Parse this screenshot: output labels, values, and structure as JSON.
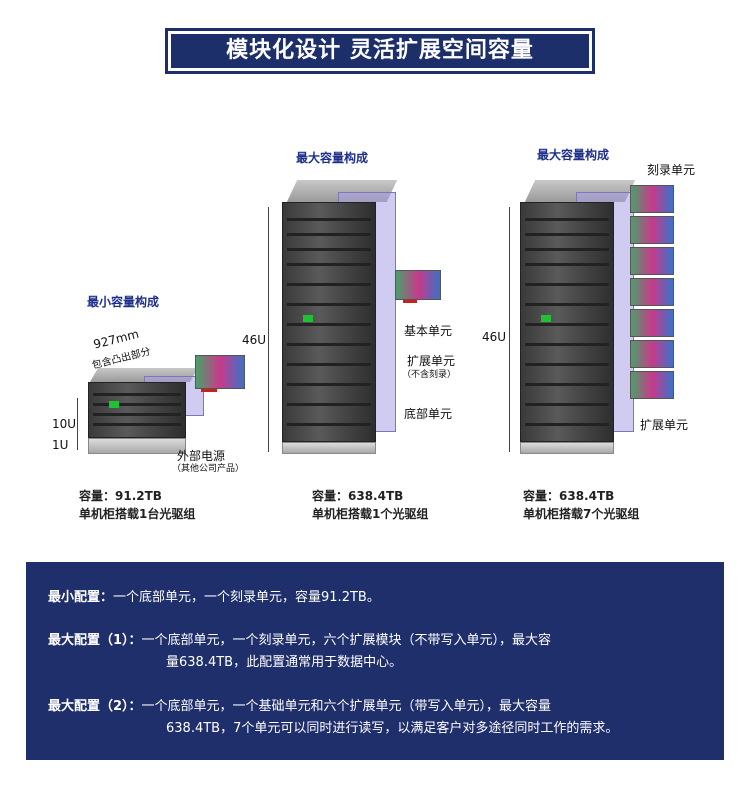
{
  "title": "模块化设计 灵活扩展空间容量",
  "min_config": {
    "heading": "最小容量构成",
    "dim": "927mm",
    "dim_note": "包含凸出部分",
    "u10": "10U",
    "u1": "1U",
    "ext_power": "外部电源",
    "ext_power_note": "（其他公司产品）",
    "capacity": "容量：91.2TB",
    "desc": "单机柜搭载1台光驱组"
  },
  "max_config_1": {
    "heading": "最大容量构成",
    "height": "46U",
    "basic_unit": "基本单元",
    "ext_unit": "扩展单元",
    "ext_unit_note": "（不含刻录）",
    "base_unit": "底部单元",
    "capacity": "容量：638.4TB",
    "desc": "单机柜搭载1个光驱组"
  },
  "max_config_2": {
    "heading": "最大容量构成",
    "height": "46U",
    "burn_unit": "刻录单元",
    "ext_unit": "扩展单元",
    "capacity": "容量：638.4TB",
    "desc": "单机柜搭载7个光驱组"
  },
  "panel": {
    "line1_label": "最小配置：",
    "line1_text": "一个底部单元，一个刻录单元，容量91.2TB。",
    "line2_label": "最大配置（1）：",
    "line2_text": "一个底部单元，一个刻录单元，六个扩展模块（不带写入单元），最大容",
    "line2_cont": "量638.4TB，此配置通常用于数据中心。",
    "line3_label": "最大配置（2）：",
    "line3_text": "一个底部单元，一个基础单元和六个扩展单元（带写入单元），最大容量",
    "line3_cont": "638.4TB，7个单元可以同时进行读写，以满足客户对多途径同时工作的需求。"
  },
  "colors": {
    "banner": "#1d2f6a",
    "panel": "#1f2f6b",
    "heading": "#1d2f8a"
  }
}
